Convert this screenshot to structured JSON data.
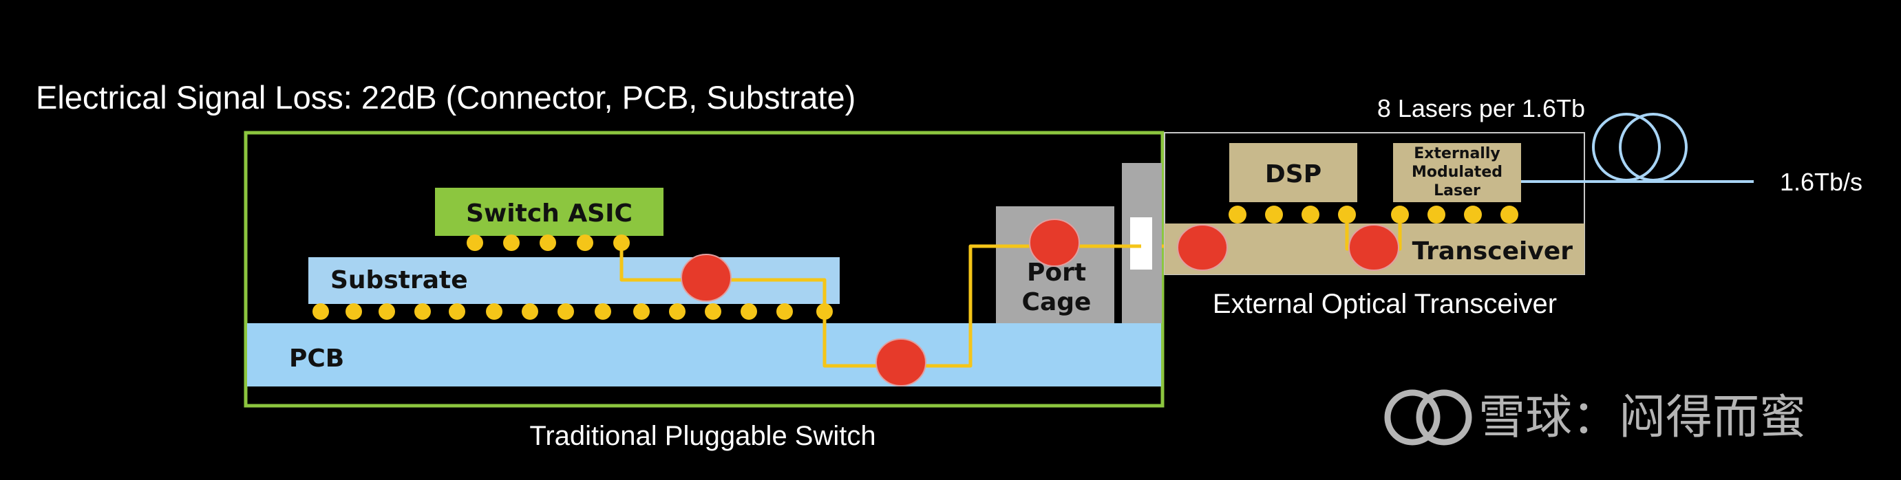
{
  "title": "Electrical Signal Loss: 22dB (Connector, PCB, Substrate)",
  "switch_box": {
    "caption": "Traditional Pluggable Switch",
    "asic_label": "Switch ASIC",
    "substrate_label": "Substrate",
    "pcb_label": "PCB",
    "port_cage_line1": "Port",
    "port_cage_line2": "Cage"
  },
  "transceiver_box": {
    "caption": "External Optical Transceiver",
    "dsp_label": "DSP",
    "laser_line1": "Externally",
    "laser_line2": "Modulated",
    "laser_line3": "Laser",
    "transceiver_label": "Transceiver",
    "lasers_note": "8 Lasers per 1.6Tb",
    "rate_label": "1.6Tb/s"
  },
  "watermark": "雪球：闷得而蜜",
  "colors": {
    "background": "#000000",
    "outline_green": "#8cc63f",
    "asic_green": "#8cc63f",
    "substrate_blue": "#a7d3f2",
    "pcb_blue": "#9dd2f5",
    "trace_yellow": "#f5c518",
    "loss_red": "#e63a2a",
    "port_cage_gray": "#a8a8a8",
    "transceiver_tan": "#c8b98c",
    "fiber_blue": "#a8d4f5",
    "text_white": "#ffffff",
    "text_dark": "#111111"
  }
}
